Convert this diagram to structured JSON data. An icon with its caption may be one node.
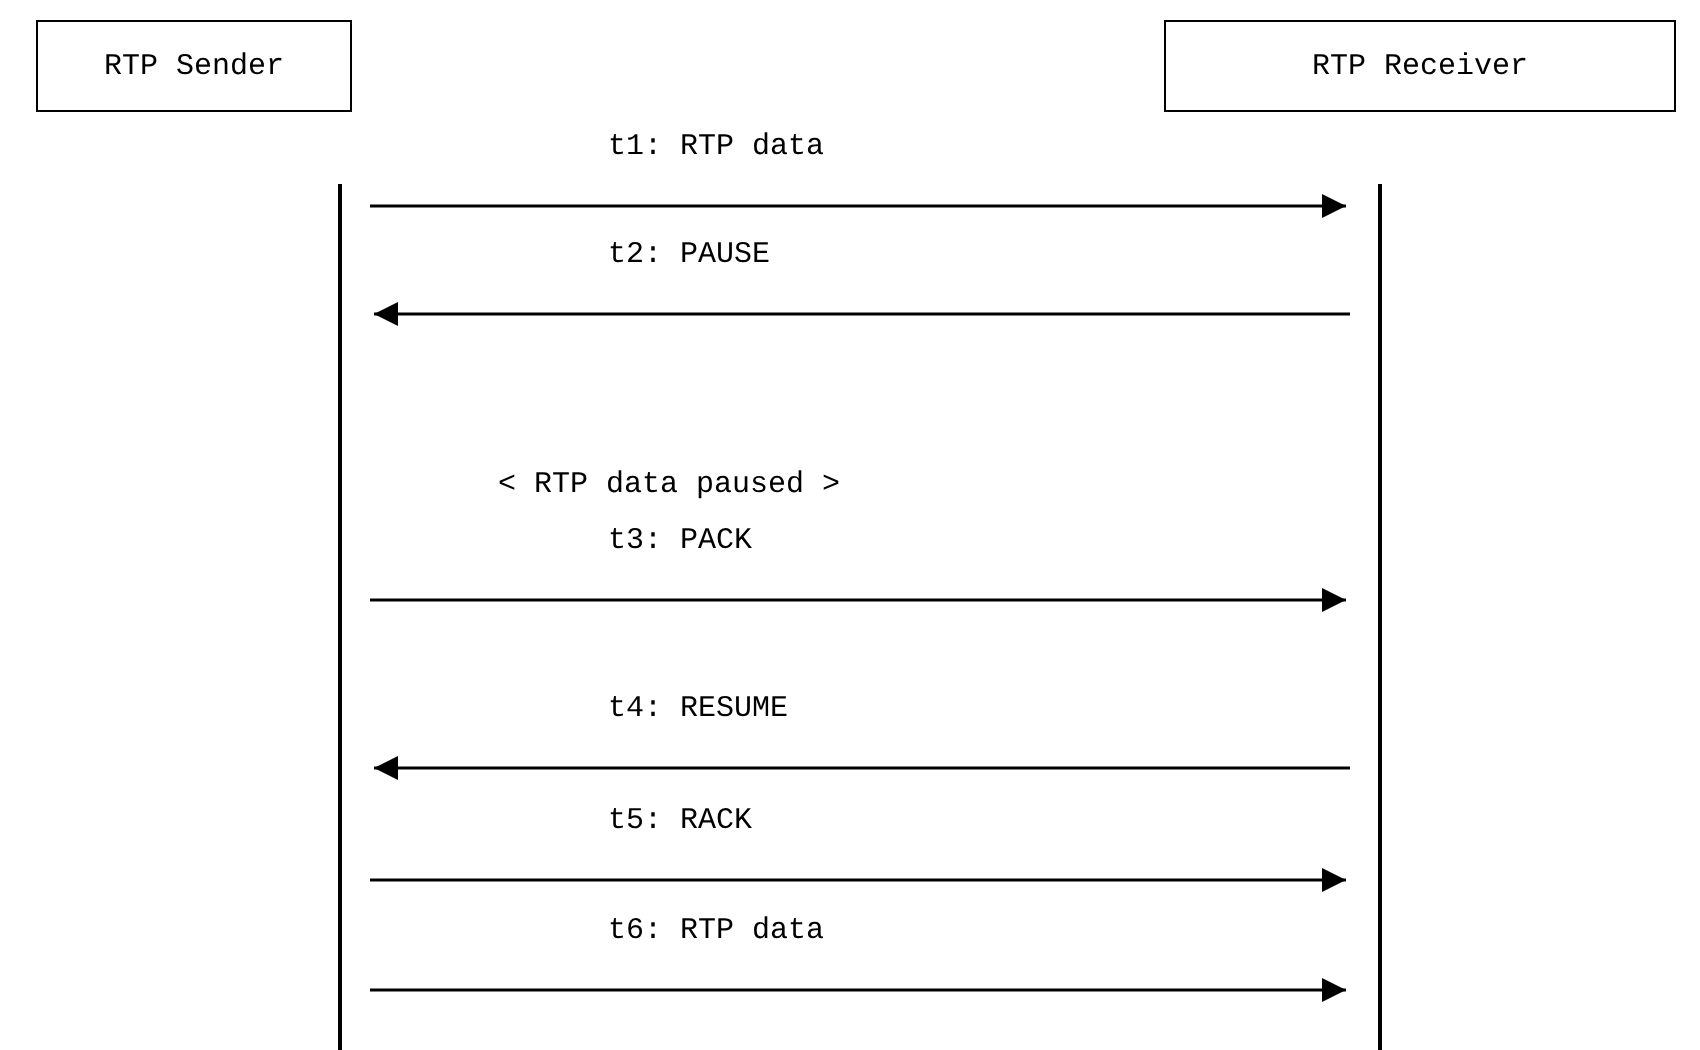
{
  "diagram": {
    "nodes": [
      {
        "text": [
          "RTP Sender"
        ]
      },
      {
        "text": [
          "RTP Receiver"
        ]
      },
      {
        "text": [],
        "shape": "bar"
      },
      {
        "text": [],
        "shape": "bar"
      }
    ],
    "edges": [
      {
        "from": 2,
        "to": 3,
        "arrow": "to",
        "label": "t1: RTP data"
      },
      {
        "from": 3,
        "to": 2,
        "arrow": "to",
        "label": "t2: PAUSE"
      },
      {
        "from": 2,
        "to": 3,
        "arrow": "to",
        "label": "t3: PACK"
      },
      {
        "from": 3,
        "to": 2,
        "arrow": "to",
        "label": "t4: RESUME"
      },
      {
        "from": 2,
        "to": 3,
        "arrow": "to",
        "label": "t5: RACK"
      },
      {
        "from": 2,
        "to": 3,
        "arrow": "to",
        "label": "t6: RTP data"
      }
    ],
    "labels": [
      "< RTP data paused >"
    ]
  }
}
